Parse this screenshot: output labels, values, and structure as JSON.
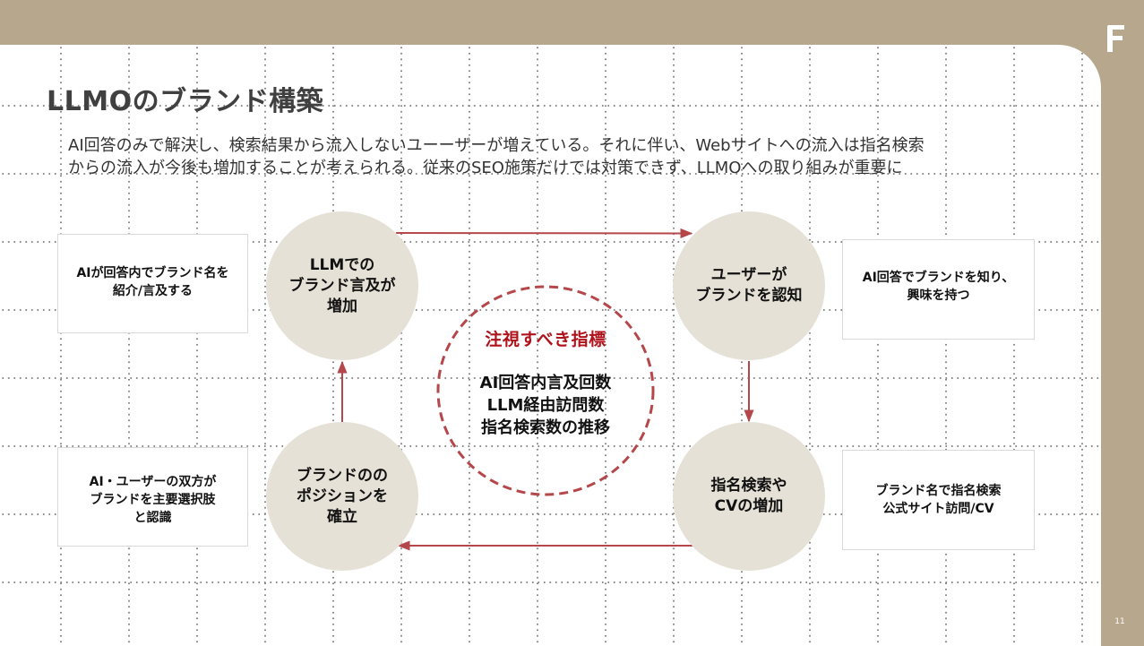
{
  "slide": {
    "title": "LLMOのブランド構築",
    "description": [
      "AI回答のみで解決し、検索結果から流入しないユーーザーが増えている。それに伴い、Webサイトへの流入は指名検索",
      "からの流入が今後も増加することが考えられる。従来のSEO施策だけでは対策できず、LLMOへの取り組みが重要に"
    ],
    "page_number": "11"
  },
  "cycle": {
    "top_left": {
      "circle": "LLMでの\nブランド言及が\n増加",
      "note": "AIが回答内でブランド名を\n紹介/言及する"
    },
    "top_right": {
      "circle": "ユーザーが\nブランドを認知",
      "note": "AI回答でブランドを知り、\n興味を持つ"
    },
    "bottom_right": {
      "circle": "指名検索や\nCVの増加",
      "note": "ブランド名で指名検索\n公式サイト訪問/CV"
    },
    "bottom_left": {
      "circle": "ブランドのの\nポジションを\n確立",
      "note": "AI・ユーザーの双方が\nブランドを主要選択肢\nと認識"
    }
  },
  "center": {
    "title": "注視すべき指標",
    "metrics": "AI回答内言及回数\nLLM経由訪問数\n指名検索数の推移"
  },
  "colors": {
    "frame": "#b7a88d",
    "circle_fill": "#e6e1d7",
    "accent_red": "#b0121b",
    "arrow": "#b5474b",
    "title_text": "#404040"
  },
  "icons": {
    "logo": "brand-logo-icon",
    "arrow": "arrow-icon"
  }
}
